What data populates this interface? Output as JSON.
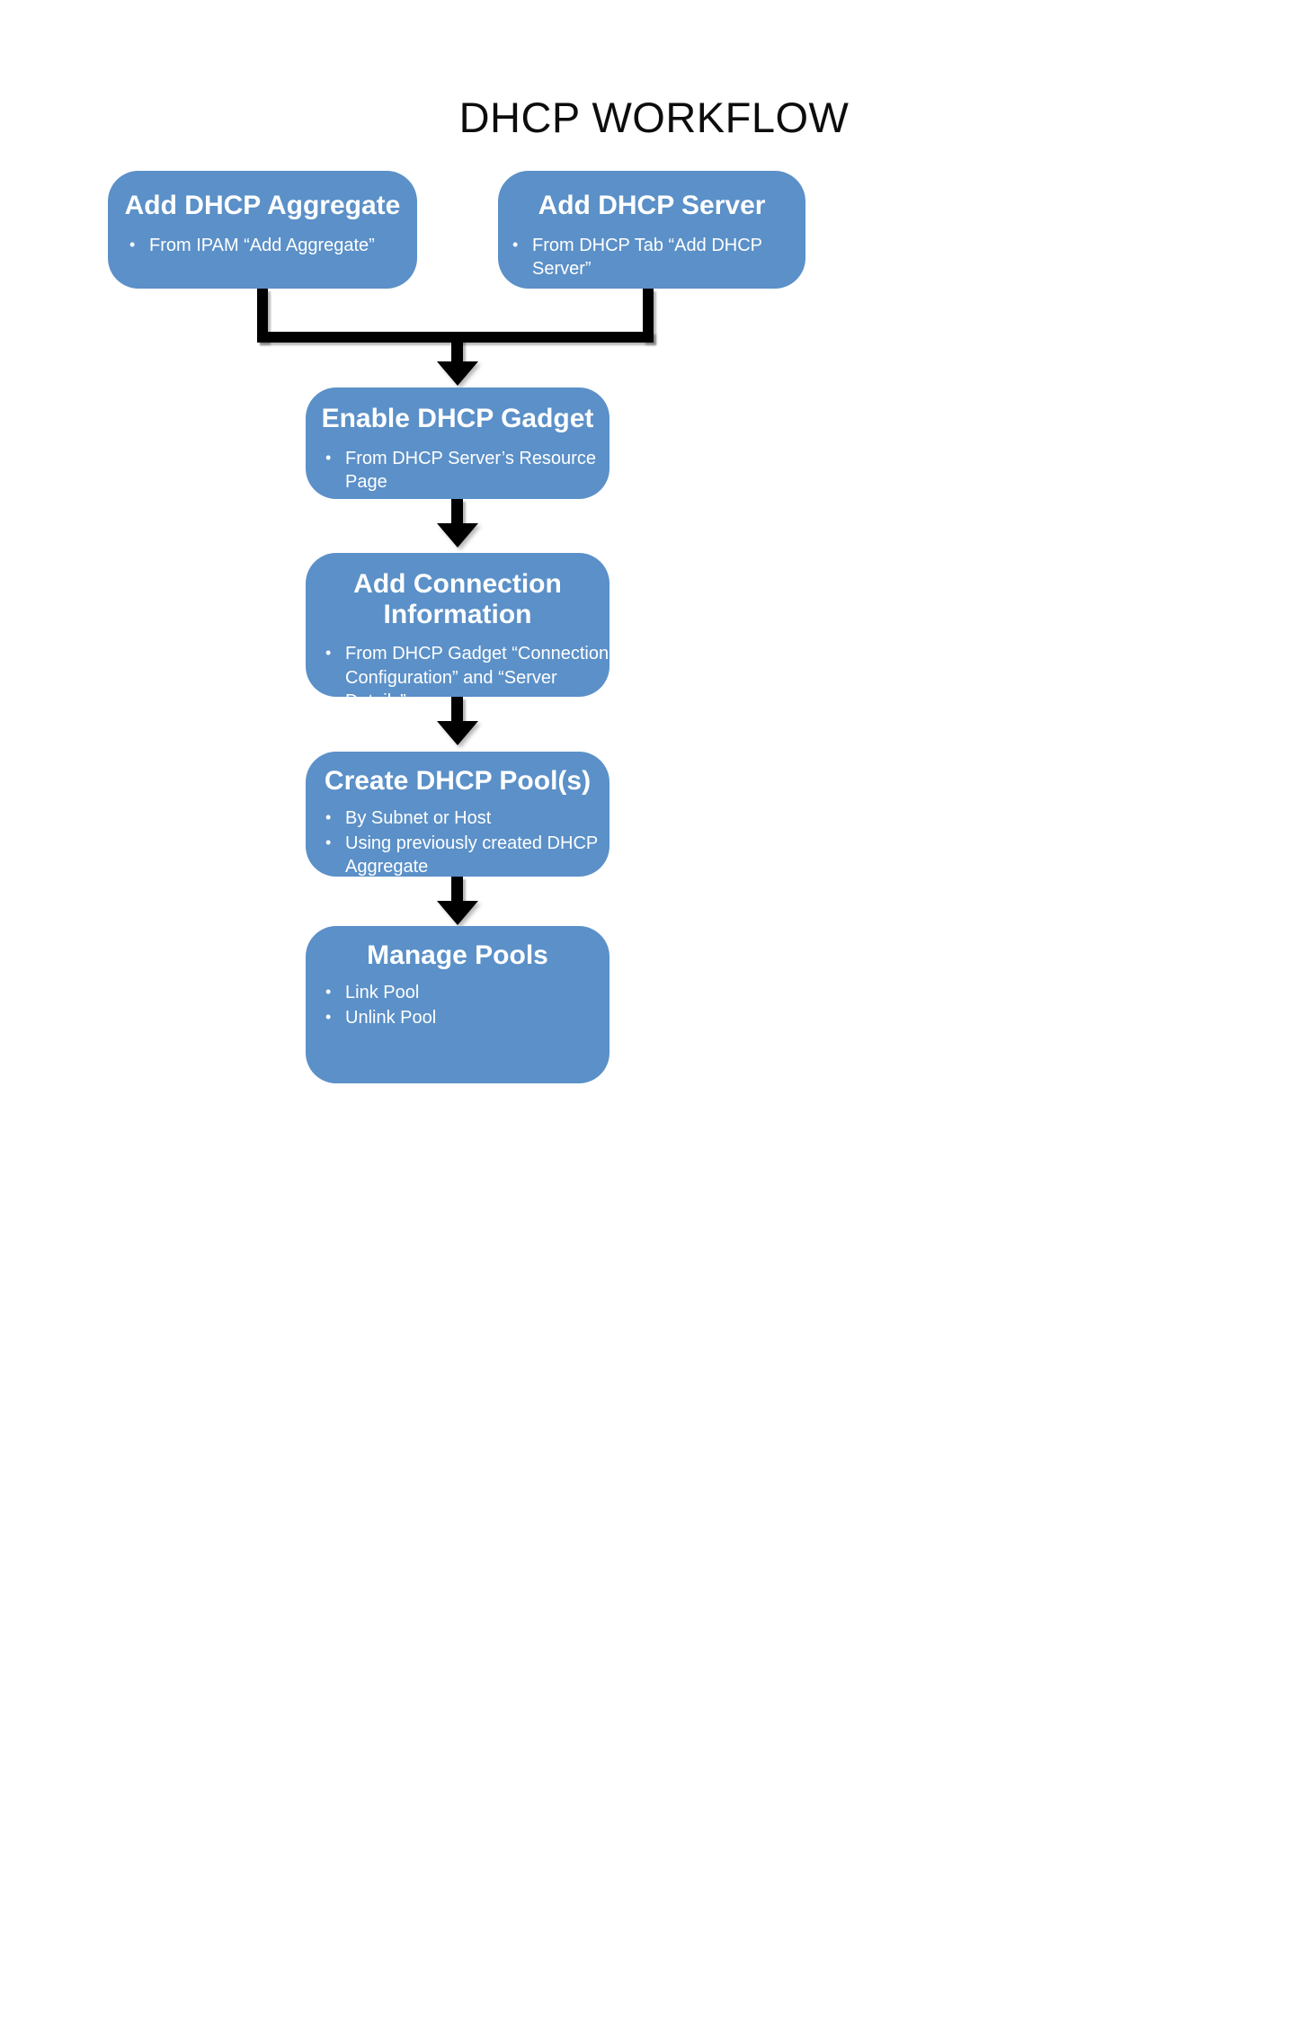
{
  "diagram": {
    "title": "DHCP WORKFLOW",
    "accent_color": "#5B90C8",
    "text_color": "#FFFFFF",
    "connector_color": "#000000",
    "background_color": "#FFFFFF",
    "nodes": [
      {
        "id": "add-dhcp-aggregate",
        "title": "Add DHCP Aggregate",
        "bullets": [
          "From  IPAM “Add Aggregate”"
        ]
      },
      {
        "id": "add-dhcp-server",
        "title": "Add DHCP Server",
        "bullets": [
          "From  DHCP Tab “Add DHCP Server”"
        ]
      },
      {
        "id": "enable-dhcp-gadget",
        "title": "Enable DHCP Gadget",
        "bullets": [
          "From  DHCP Server’s Resource Page"
        ]
      },
      {
        "id": "add-connection-information",
        "title": "Add Connection Information",
        "bullets": [
          "From  DHCP Gadget “Connection Configuration” and “Server Details”"
        ]
      },
      {
        "id": "create-dhcp-pools",
        "title": "Create DHCP Pool(s)",
        "bullets": [
          "By Subnet or Host",
          "Using previously created DHCP Aggregate"
        ]
      },
      {
        "id": "manage-pools",
        "title": "Manage Pools",
        "bullets": [
          "Link Pool",
          "Unlink Pool"
        ]
      }
    ],
    "edges": [
      {
        "from": "add-dhcp-aggregate",
        "to": "enable-dhcp-gadget",
        "style": "elbow-merge-arrow"
      },
      {
        "from": "add-dhcp-server",
        "to": "enable-dhcp-gadget",
        "style": "elbow-merge-arrow"
      },
      {
        "from": "enable-dhcp-gadget",
        "to": "add-connection-information",
        "style": "down-arrow"
      },
      {
        "from": "add-connection-information",
        "to": "create-dhcp-pools",
        "style": "down-arrow"
      },
      {
        "from": "create-dhcp-pools",
        "to": "manage-pools",
        "style": "down-arrow"
      }
    ]
  }
}
